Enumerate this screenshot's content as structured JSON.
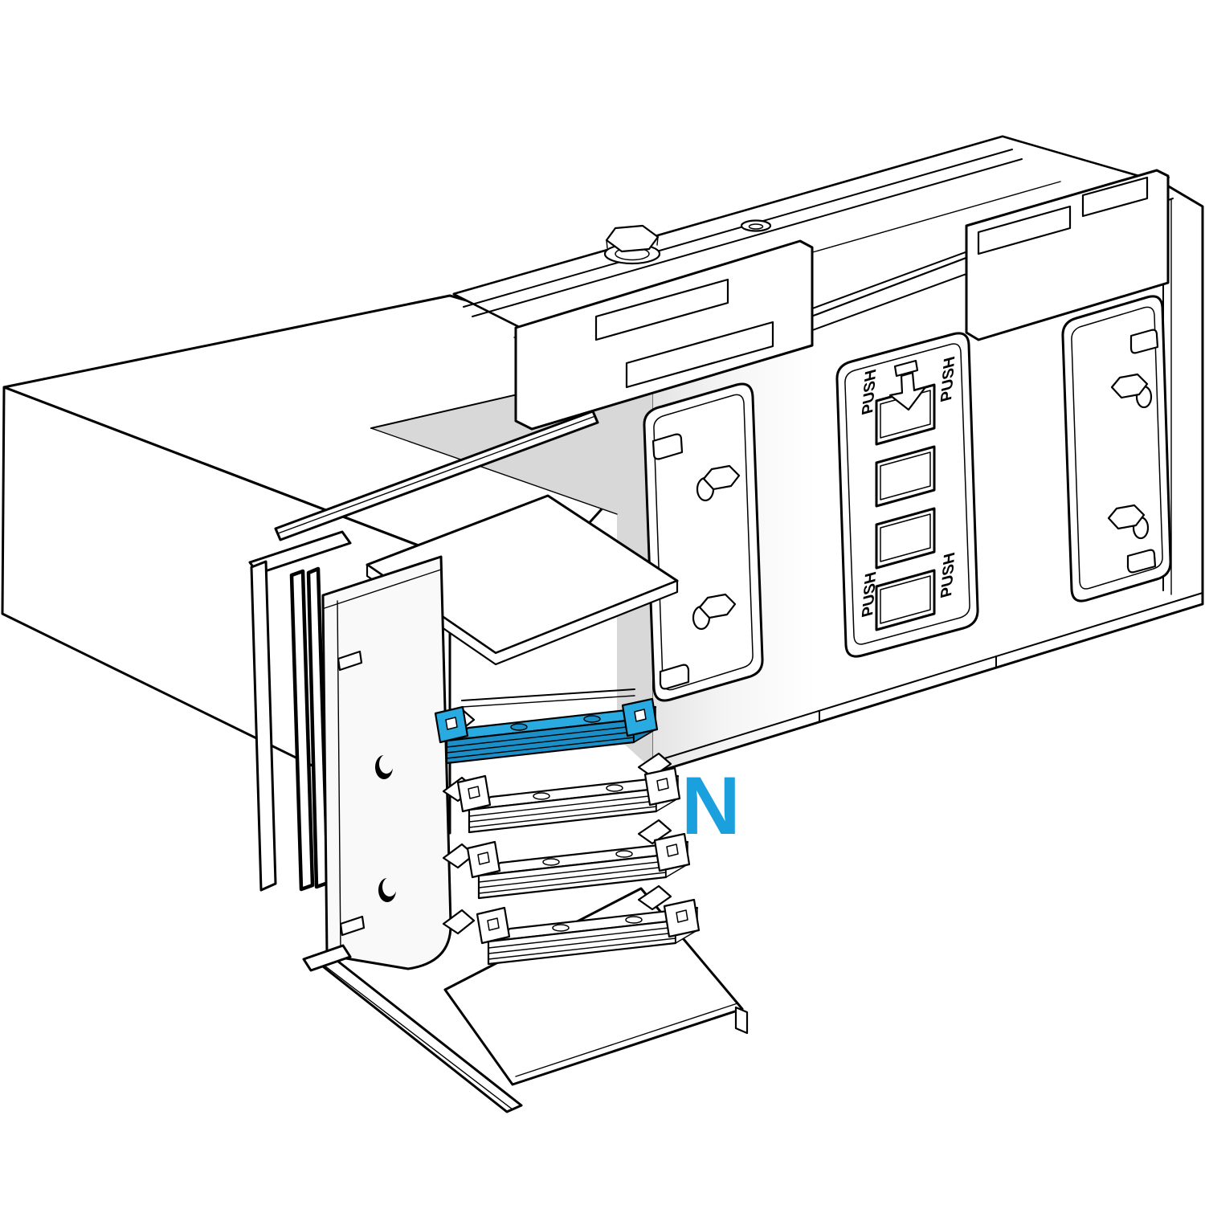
{
  "illustration": {
    "description": "Isometric technical line drawing of a busbar trunking right-angle elbow joined to a straight length with tap-off outlet",
    "conductor_label": "N",
    "tap_off_panel": {
      "push_labels": [
        "PUSH",
        "PUSH",
        "PUSH",
        "PUSH"
      ],
      "window_count": 4,
      "arrow_icon": "insert-arrow-down-icon"
    },
    "busbars": {
      "count": 4,
      "highlighted_conductor": "N",
      "highlight_position": "top"
    },
    "colors": {
      "line": "#000000",
      "background": "#ffffff",
      "shading_gray": "#d8d8d8",
      "accent_blue": "#29ABE2",
      "accent_blue_dark": "#1B90C8",
      "accent_blue_deep": "#1486BE",
      "label_blue": "#1BA0DE"
    }
  }
}
